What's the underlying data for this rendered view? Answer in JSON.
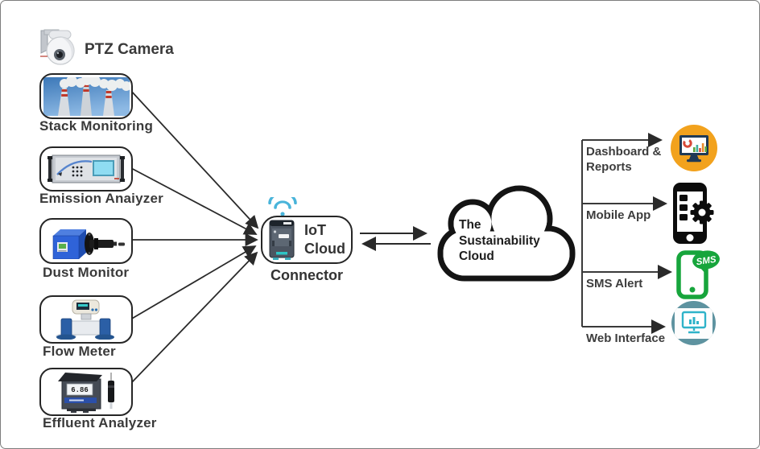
{
  "left_devices": [
    {
      "label": "PTZ Camera",
      "icon": "ptz-camera-icon"
    },
    {
      "label": "Stack Monitoring",
      "icon": "smokestacks-photo"
    },
    {
      "label": "Emission Anaiyzer",
      "icon": "rack-analyzer-photo"
    },
    {
      "label": "Dust Monitor",
      "icon": "dust-monitor-photo"
    },
    {
      "label": "Flow Meter",
      "icon": "flow-meter-photo"
    },
    {
      "label": "Effluent Analyzer",
      "icon": "ph-analyzer-photo",
      "display_value": "6.86"
    }
  ],
  "connector": {
    "title_line1": "IoT",
    "title_line2": "Cloud",
    "subtitle": "Connector",
    "wifi_color": "#49b4da"
  },
  "cloud": {
    "line1": "The",
    "line2": "Sustainability",
    "line3": "Cloud"
  },
  "outputs": [
    {
      "label": "Dashboard & Reports",
      "label_line1": "Dashboard &",
      "label_line2": "Reports",
      "icon": "dashboard-reports-icon",
      "accent": "#F2A21D"
    },
    {
      "label": "Mobile App",
      "icon": "mobile-app-icon",
      "accent": "#0c0c0c"
    },
    {
      "label": "SMS Alert",
      "icon": "sms-alert-icon",
      "accent": "#17A53C",
      "bubble_text": "SMS"
    },
    {
      "label": "Web Interface",
      "icon": "web-interface-icon",
      "accent": "#5E93A0"
    }
  ],
  "colors": {
    "line": "#2f2f2f",
    "box_border": "#262626",
    "text": "#3a3a3a",
    "cloud_outline": "#141414"
  }
}
